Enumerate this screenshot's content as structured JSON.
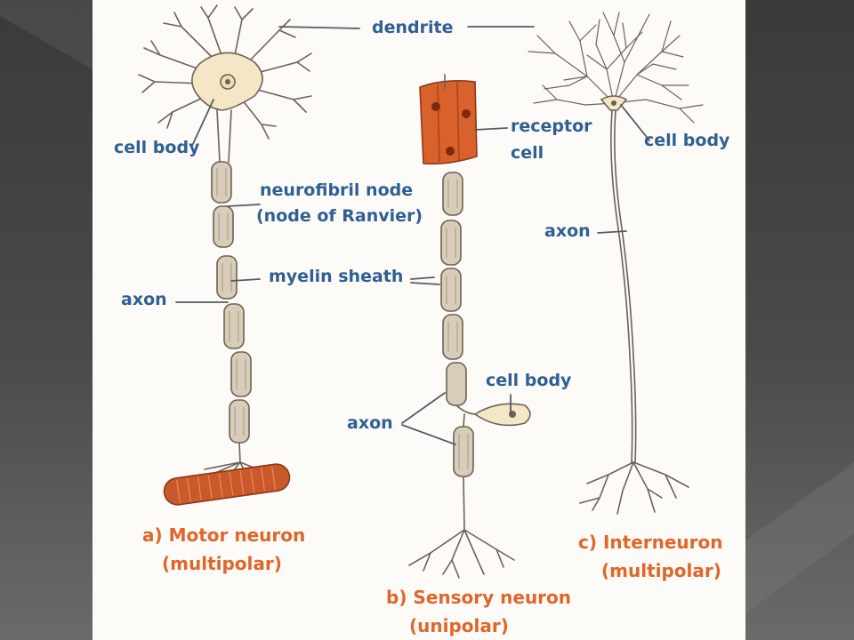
{
  "labels": {
    "dendrite": "dendrite",
    "cell_body_motor": "cell body",
    "neurofibril_node": "neurofibril node",
    "node_of_ranvier": "(node of Ranvier)",
    "receptor": "receptor",
    "cell": "cell",
    "cell_body_inter": "cell body",
    "axon_motor": "axon",
    "axon_inter": "axon",
    "myelin_sheath": "myelin sheath",
    "cell_body_sensory": "cell body",
    "axon_sensory": "axon"
  },
  "captions": {
    "motor_line1": "a) Motor neuron",
    "motor_line2": "(multipolar)",
    "sensory_line1": "b) Sensory neuron",
    "sensory_line2": "(unipolar)",
    "inter_line1": "c) Interneuron",
    "inter_line2": "(multipolar)"
  },
  "colors": {
    "label_blue": "#2f5f93",
    "caption_orange": "#e0662a",
    "receptor_cell": "#d9612b",
    "muscle": "#c9582a",
    "myelin": "#d8cdb8",
    "soma": "#f6e6c8",
    "line": "#6d6255"
  }
}
